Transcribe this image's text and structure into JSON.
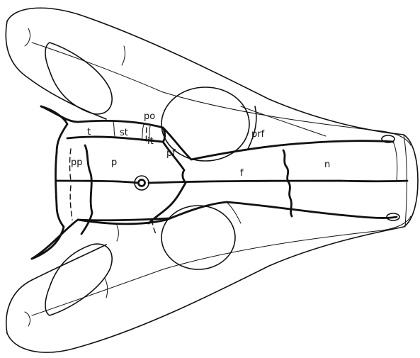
{
  "figure": {
    "subject": "skull-dorsal-view",
    "colors": {
      "ink": "#111111",
      "paper": "#ffffff"
    },
    "labels": {
      "po": "po",
      "t": "t",
      "st": "st",
      "it": "it",
      "prf": "prf",
      "pp": "pp",
      "p": "p",
      "pf": "pf",
      "f": "f",
      "n": "n"
    }
  }
}
